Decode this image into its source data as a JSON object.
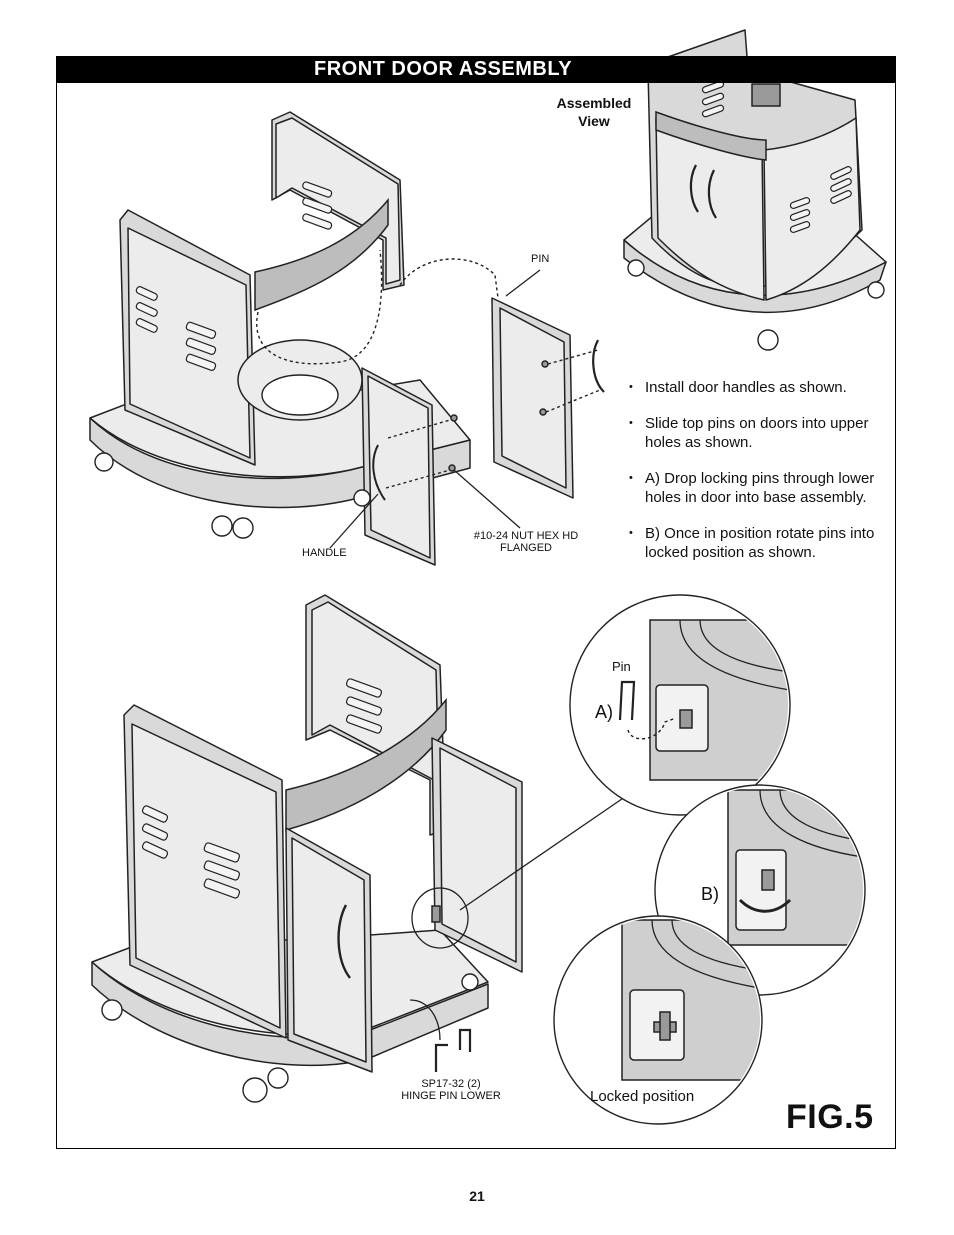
{
  "header": {
    "title": "FRONT DOOR ASSEMBLY"
  },
  "assembled_view": {
    "line1": "Assembled",
    "line2": "View"
  },
  "labels": {
    "pin": "PIN",
    "handle": "HANDLE",
    "nut_line1": "#10-24 NUT HEX HD",
    "nut_line2": "FLANGED",
    "hinge_line1": "SP17-32  (2)",
    "hinge_line2": "HINGE PIN LOWER"
  },
  "instructions": [
    "Install door handles as shown.",
    "Slide top pins on doors into upper holes as shown.",
    "A) Drop locking pins through lower holes in door into base assembly.",
    "B) Once in position rotate pins into locked position as shown."
  ],
  "details": {
    "a_label": "A)",
    "b_label": "B)",
    "pin_label": "Pin",
    "locked_label": "Locked position"
  },
  "figure": {
    "label": "FIG.5"
  },
  "page": {
    "number": "21"
  }
}
